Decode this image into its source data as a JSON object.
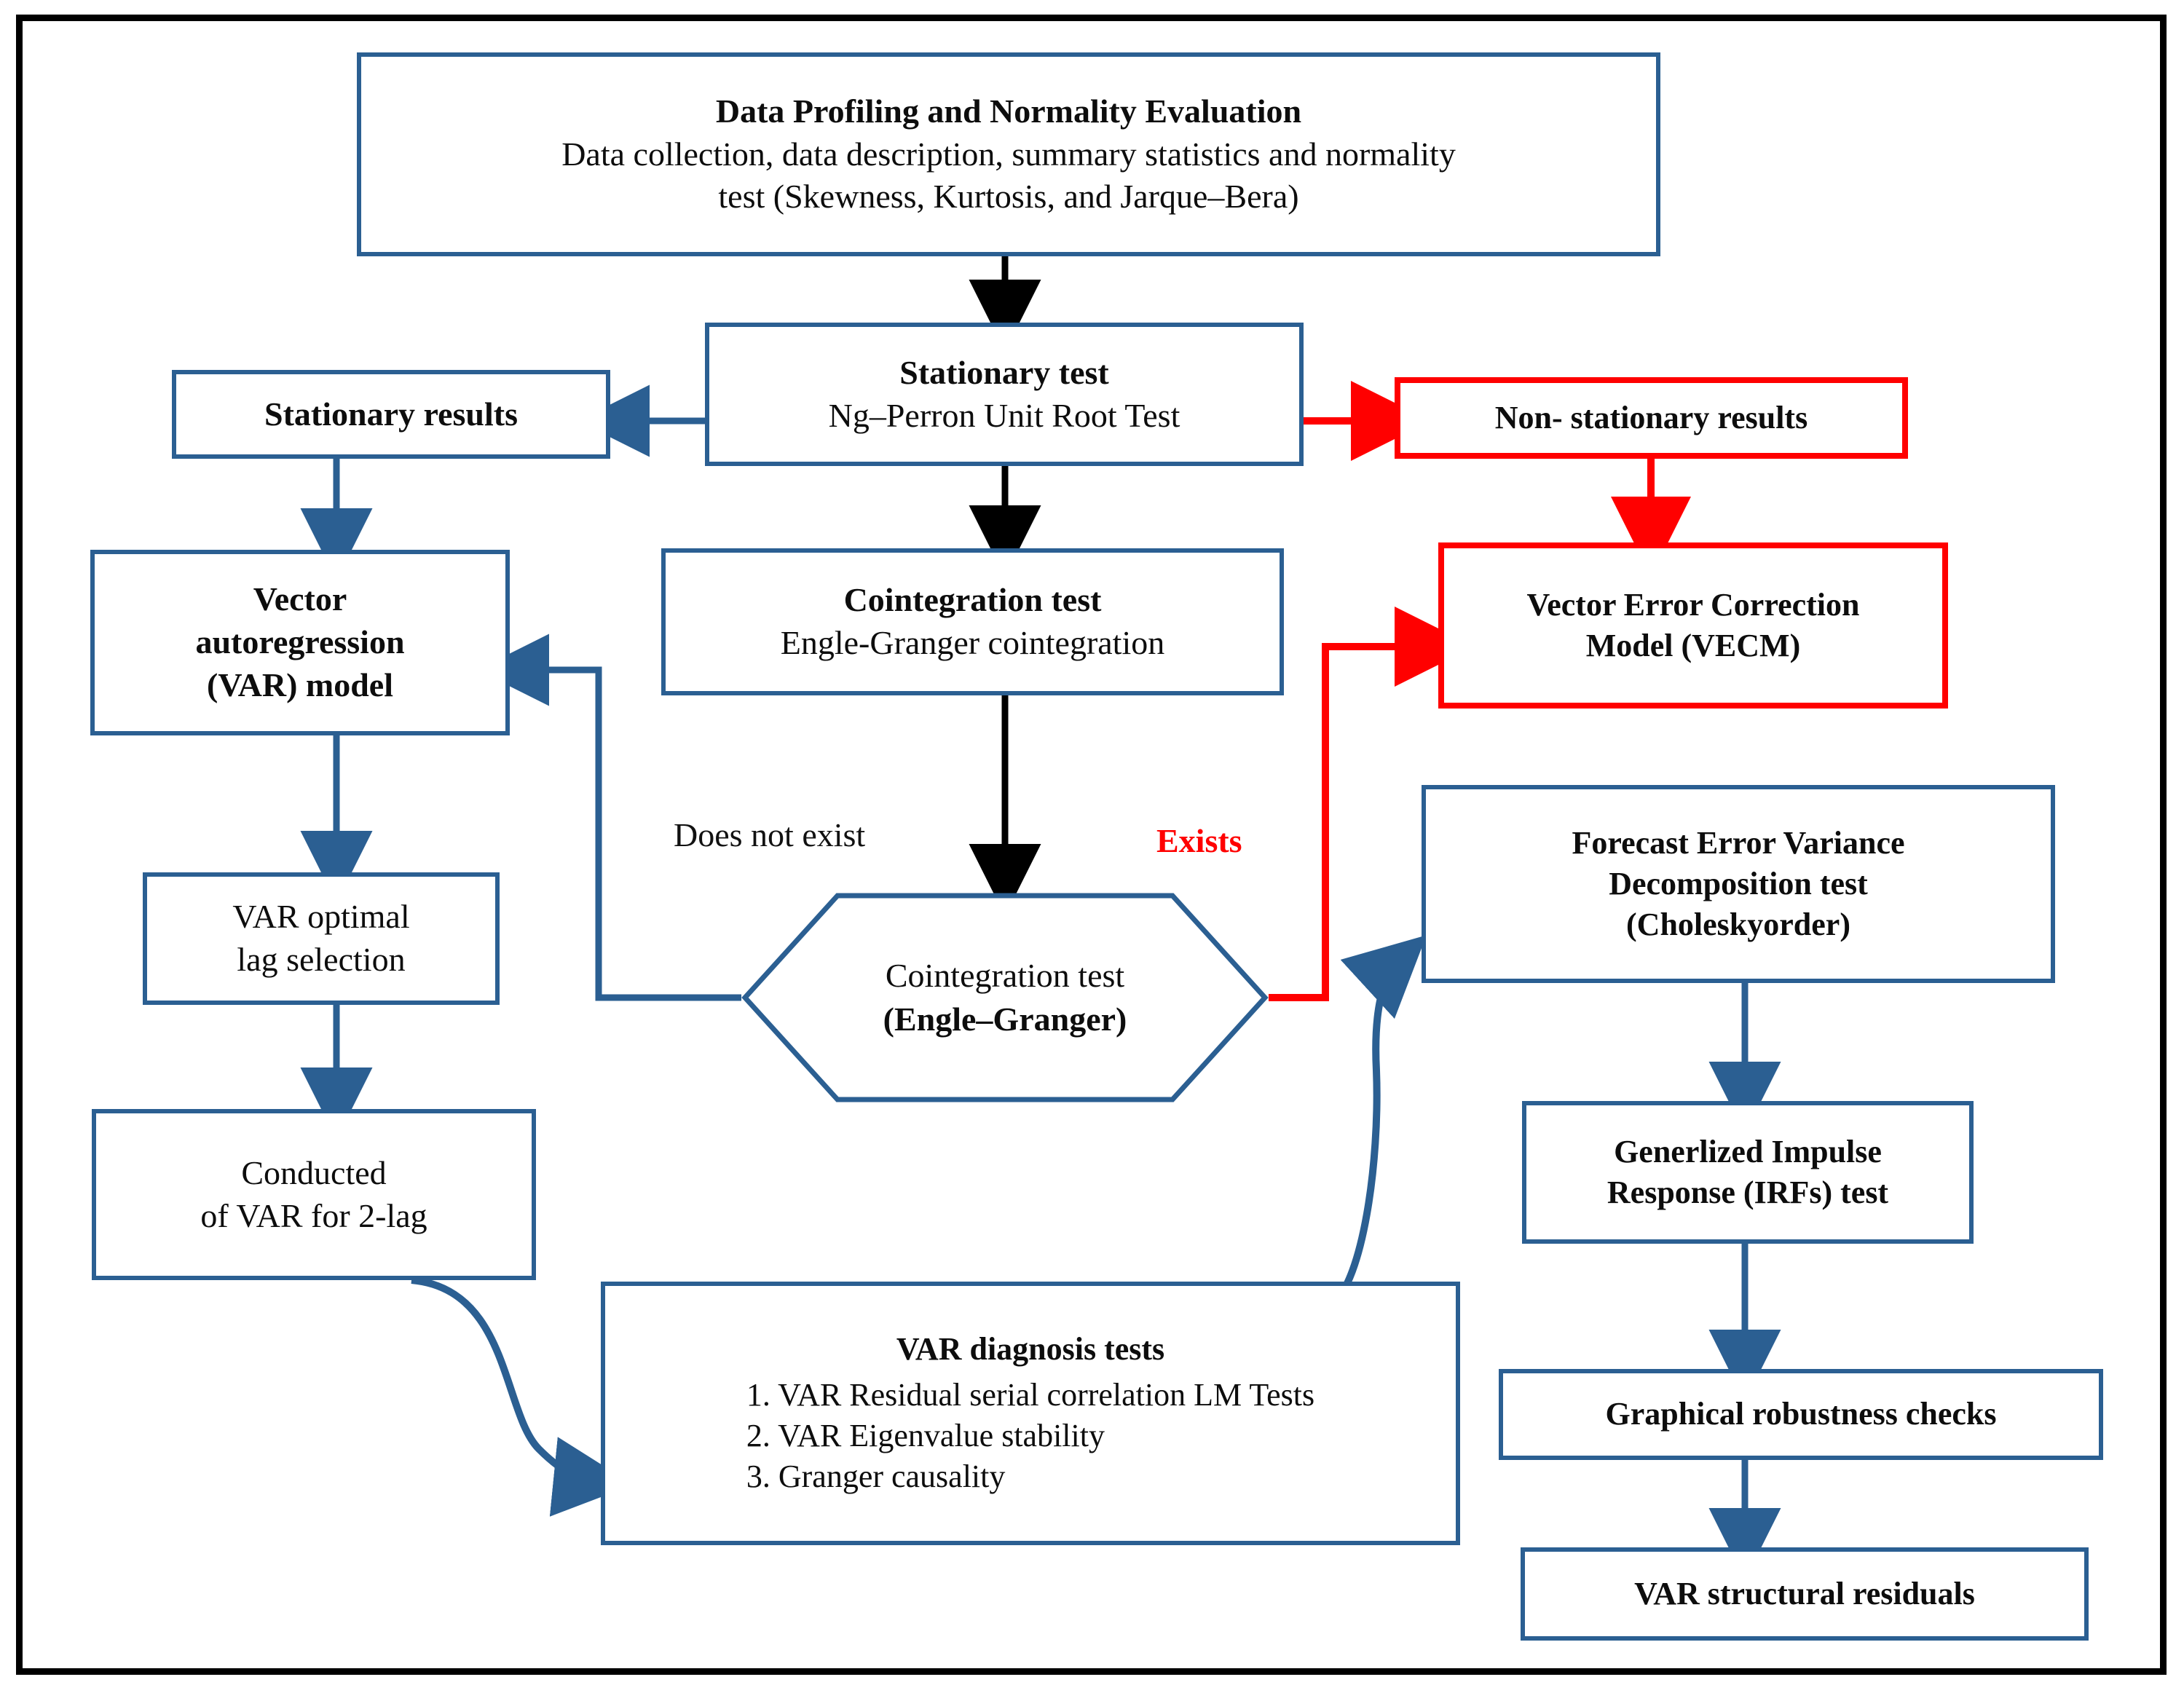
{
  "diagram": {
    "title_hidden": "",
    "colors": {
      "frame_border": "#000000",
      "box_blue": "#2B5F92",
      "box_red": "#FF0000",
      "text": "#0D0D0D",
      "background": "#FFFFFF"
    },
    "nodes": {
      "data_profiling": {
        "heading": "Data Profiling and Normality Evaluation",
        "line1": "Data collection, data description, summary statistics and normality",
        "line2": "test (Skewness, Kurtosis, and Jarque–Bera)"
      },
      "stationary_test": {
        "heading": "Stationary test",
        "line1": "Ng–Perron Unit Root Test"
      },
      "stationary_results": {
        "label": "Stationary results"
      },
      "non_stationary_results": {
        "label": "Non- stationary results"
      },
      "vecm": {
        "line1": "Vector Error Correction",
        "line2": "Model (VECM)"
      },
      "var_model": {
        "line1": "Vector",
        "line2": "autoregression",
        "line3": "(VAR) model"
      },
      "cointegration_test": {
        "heading": "Cointegration test",
        "line1": "Engle-Granger cointegration"
      },
      "cointegration_decision": {
        "line1": "Cointegration test",
        "line2": "(Engle–Granger)"
      },
      "var_lag": {
        "line1": "VAR optimal",
        "line2": "lag selection"
      },
      "conducted_var": {
        "line1": "Conducted",
        "line2": "of  VAR for 2-lag"
      },
      "var_diagnosis": {
        "heading": "VAR diagnosis tests",
        "items": [
          "1. VAR Residual serial correlation LM Tests",
          "2. VAR Eigenvalue stability",
          "3. Granger causality"
        ]
      },
      "fevd": {
        "line1": "Forecast Error Variance",
        "line2": "Decomposition test",
        "line3": "(Choleskyorder)"
      },
      "irf": {
        "line1": "Generlized Impulse",
        "line2": "Response (IRFs) test"
      },
      "robustness": {
        "label": "Graphical robustness checks"
      },
      "structural_residuals": {
        "label": "VAR structural residuals"
      }
    },
    "edge_labels": {
      "does_not_exist": "Does not exist",
      "exists": "Exists"
    }
  }
}
